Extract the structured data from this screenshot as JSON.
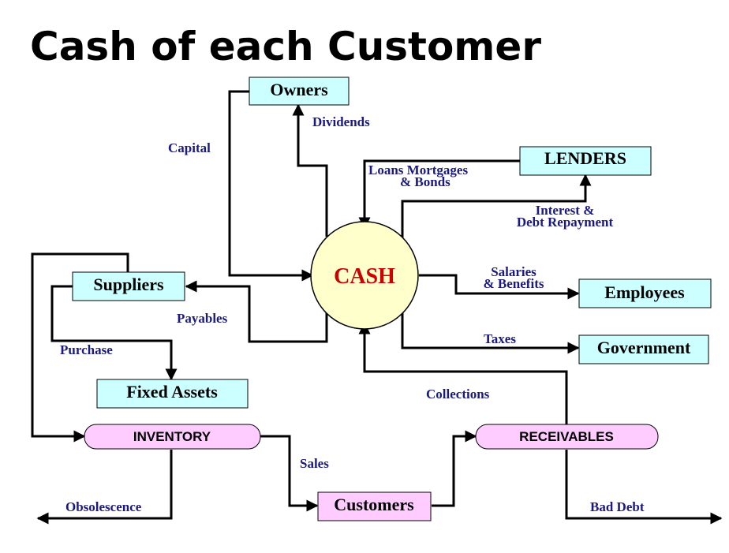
{
  "title": "Cash of each Customer",
  "center": {
    "label": "CASH",
    "fill": "#ffffcc",
    "text_color": "#cc0000"
  },
  "nodes": {
    "owners": "Owners",
    "lenders": "LENDERS",
    "suppliers": "Suppliers",
    "employees": "Employees",
    "government": "Government",
    "fixed_assets": "Fixed Assets",
    "inventory": "INVENTORY",
    "receivables": "RECEIVABLES",
    "customers": "Customers"
  },
  "flows": {
    "capital": "Capital",
    "dividends": "Dividends",
    "loans_line1": "Loans Mortgages",
    "loans_line2": "& Bonds",
    "interest_line1": "Interest &",
    "interest_line2": "Debt Repayment",
    "salaries_line1": "Salaries",
    "salaries_line2": "& Benefits",
    "taxes": "Taxes",
    "collections": "Collections",
    "payables": "Payables",
    "purchase": "Purchase",
    "sales": "Sales",
    "obsolescence": "Obsolescence",
    "bad_debt": "Bad Debt"
  },
  "colors": {
    "box_fill": "#ccffff",
    "pill_fill": "#ffccff",
    "customers_fill": "#ffccff",
    "flow_text": "#1a1a80"
  }
}
